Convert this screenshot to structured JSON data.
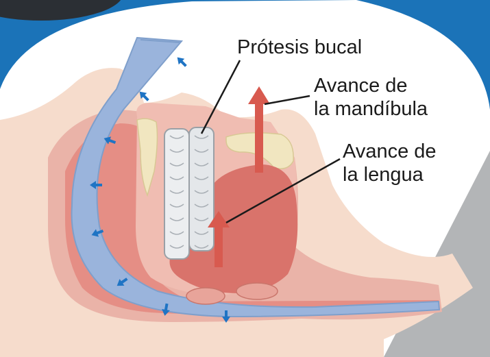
{
  "labels": {
    "protesis": "Prótesis bucal",
    "mandibula": "Avance de\nla mandíbula",
    "lengua": "Avance de\nla lengua"
  },
  "colors": {
    "background_blue": "#1b73b8",
    "skin": "#f6dccc",
    "tissue": "#e58e85",
    "airway": "#9ab4dc",
    "airflow_arrows": "#1f74c4",
    "advance_arrows": "#d85a4f",
    "device": "#eceef0",
    "bone": "#f1e6c0"
  },
  "icons": {
    "airflow": "down-arrow-icon",
    "advance": "up-arrow-icon"
  }
}
